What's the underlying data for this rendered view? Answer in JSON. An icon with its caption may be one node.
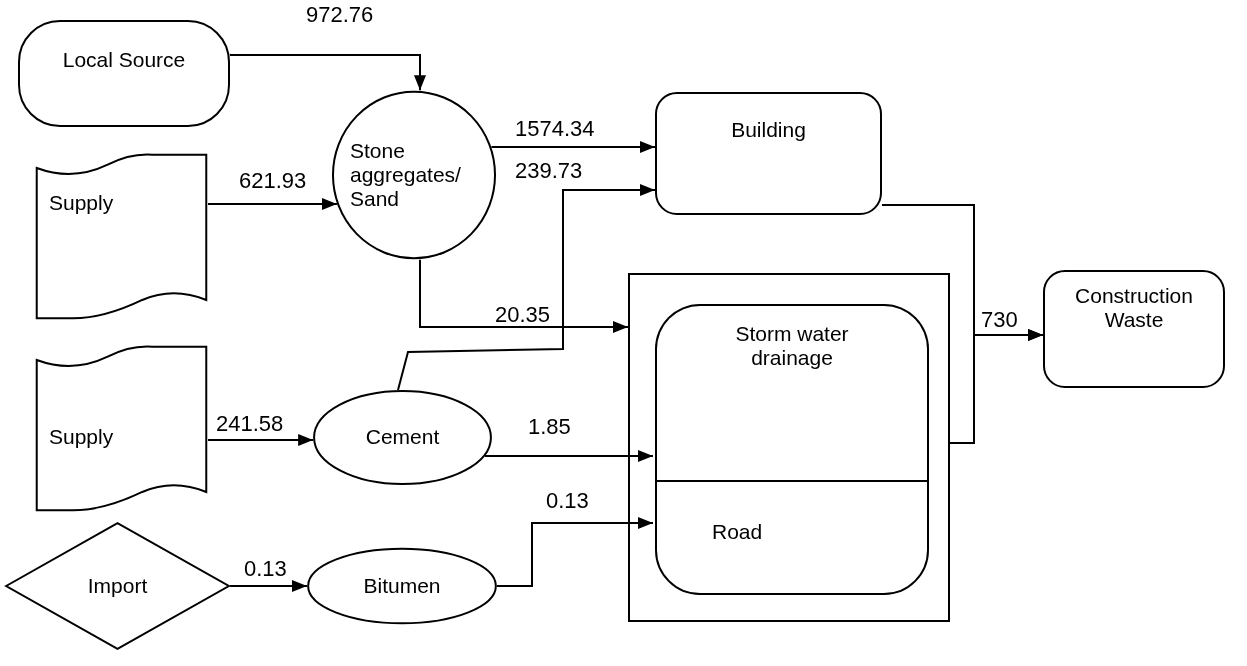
{
  "diagram": {
    "nodes": [
      {
        "text": [
          "Local Source"
        ]
      },
      {
        "text": [
          "Supply"
        ]
      },
      {
        "text": [
          "Stone aggregates/ Sand"
        ]
      },
      {
        "text": [
          "Building"
        ]
      },
      {
        "text": [
          "Supply"
        ]
      },
      {
        "text": [
          "Cement"
        ]
      },
      {
        "text": [],
        "shape": "box"
      },
      {
        "text": [
          "Storm water drainage"
        ],
        "in": 6
      },
      {
        "text": [
          "Road"
        ],
        "in": 6
      },
      {
        "text": [
          "Construction Waste"
        ]
      },
      {
        "text": [
          "Import"
        ]
      },
      {
        "text": [
          "Bitumen"
        ]
      }
    ],
    "edges": [
      {
        "from": 0,
        "to": 2,
        "arrow": "to",
        "label": "972.76"
      },
      {
        "from": 1,
        "to": 2,
        "arrow": "to",
        "label": "621.93"
      },
      {
        "from": 2,
        "to": 3,
        "arrow": "to",
        "label": "1574.34"
      },
      {
        "from": 5,
        "to": 3,
        "arrow": "to",
        "label": "239.73"
      },
      {
        "from": 2,
        "to": 6,
        "arrow": "to",
        "label": "20.35"
      },
      {
        "from": 4,
        "to": 5,
        "arrow": "to",
        "label": "241.58"
      },
      {
        "from": 5,
        "to": 7,
        "arrow": "to",
        "label": "1.85"
      },
      {
        "from": 10,
        "to": 11,
        "arrow": "to",
        "label": "0.13"
      },
      {
        "from": 11,
        "to": 8,
        "arrow": "to",
        "label": "0.13"
      },
      {
        "from": 3,
        "to": 9,
        "arrow": "to",
        "label": "730"
      },
      {
        "from": 6,
        "to": 9,
        "arrow": "to"
      }
    ]
  }
}
